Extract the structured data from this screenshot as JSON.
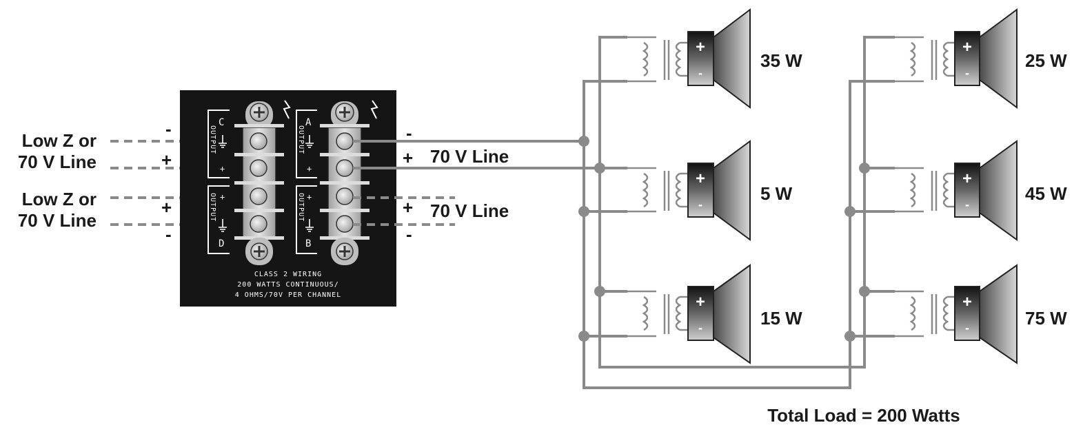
{
  "panel": {
    "channels": {
      "c": "C",
      "d": "D",
      "a": "A",
      "b": "B"
    },
    "output_word": "OUTPUT",
    "plus": "+",
    "footer": {
      "line1": "CLASS 2 WIRING",
      "line2": "200 WATTS CONTINUOUS/",
      "line3": "4 OHMS/70V PER CHANNEL"
    }
  },
  "left_labels": {
    "input1": {
      "line1": "Low Z or",
      "line2": "70 V Line"
    },
    "input2": {
      "line1": "Low Z or",
      "line2": "70 V Line"
    },
    "signs": [
      "-",
      "+",
      "+",
      "-"
    ]
  },
  "right_labels": {
    "line_a": "70 V Line",
    "line_b": "70 V Line",
    "signs": [
      "-",
      "+",
      "+",
      "-"
    ]
  },
  "speakers": {
    "left_column": [
      "35 W",
      "5 W",
      "15 W"
    ],
    "right_column": [
      "25 W",
      "45 W",
      "75 W"
    ],
    "plus": "+",
    "minus": "-"
  },
  "total_load": "Total Load = 200 Watts",
  "colors": {
    "panel": "#151515",
    "wire": "#8a8a8a",
    "speaker_cone": "#6a6a6a"
  }
}
